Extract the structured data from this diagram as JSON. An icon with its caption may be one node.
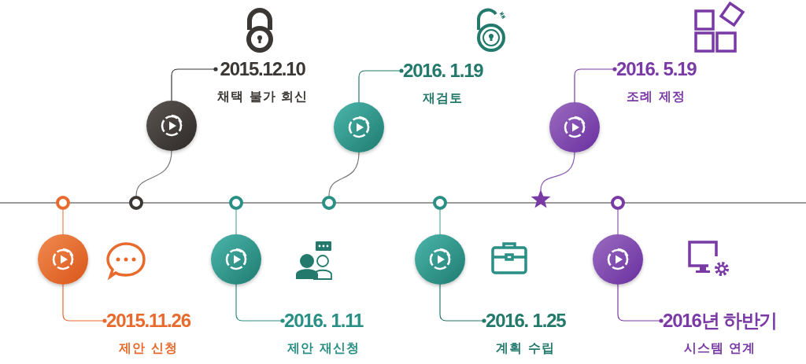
{
  "diagram": {
    "nodes": [
      {
        "text": [],
        "shape": "circle"
      },
      {
        "text": [],
        "shape": "circle"
      },
      {
        "text": [
          "2015.11.26",
          "제안 신청"
        ]
      },
      {
        "text": [],
        "shape": "circle"
      },
      {
        "text": [],
        "shape": "circle"
      },
      {
        "text": [
          "2015.12.10",
          "채택 불가 회신"
        ]
      },
      {
        "text": [],
        "shape": "circle"
      },
      {
        "text": [],
        "shape": "circle"
      },
      {
        "text": [
          "2016. 1.11",
          "제안 재신청"
        ]
      },
      {
        "text": [],
        "shape": "circle"
      },
      {
        "text": [],
        "shape": "circle"
      },
      {
        "text": [
          "2016. 1.19",
          "재검토"
        ]
      },
      {
        "text": [],
        "shape": "circle"
      },
      {
        "text": [],
        "shape": "circle"
      },
      {
        "text": [
          "2016. 1.25",
          "계획 수립"
        ]
      },
      {
        "text": [],
        "shape": "star"
      },
      {
        "text": [],
        "shape": "circle"
      },
      {
        "text": [
          "2016. 5.19",
          "조례 제정"
        ]
      },
      {
        "text": [],
        "shape": "circle"
      },
      {
        "text": [],
        "shape": "circle"
      },
      {
        "text": [
          "2016년 하반기",
          "시스템 연계"
        ]
      }
    ],
    "edges": [
      {
        "from": 0,
        "to": 1,
        "arrow": "none",
        "color": "#e8824f"
      },
      {
        "from": 1,
        "to": 2,
        "arrow": "other",
        "color": "#e86a2c"
      },
      {
        "from": 3,
        "to": 4,
        "arrow": "none",
        "color": "#777777"
      },
      {
        "from": 4,
        "to": 5,
        "arrow": "other",
        "color": "#3b3735"
      },
      {
        "from": 6,
        "to": 7,
        "arrow": "none",
        "color": "#5aa9a0"
      },
      {
        "from": 7,
        "to": 8,
        "arrow": "other",
        "color": "#2a8f85"
      },
      {
        "from": 9,
        "to": 10,
        "arrow": "none",
        "color": "#777777"
      },
      {
        "from": 10,
        "to": 11,
        "arrow": "other",
        "color": "#23796b"
      },
      {
        "from": 12,
        "to": 13,
        "arrow": "none",
        "color": "#5aa9a0"
      },
      {
        "from": 13,
        "to": 14,
        "arrow": "other",
        "color": "#23796b"
      },
      {
        "from": 15,
        "to": 16,
        "arrow": "none",
        "color": "#8a5ab0"
      },
      {
        "from": 16,
        "to": 17,
        "arrow": "other",
        "color": "#7a3aa6"
      },
      {
        "from": 18,
        "to": 19,
        "arrow": "none",
        "color": "#8a5ab0"
      },
      {
        "from": 19,
        "to": 20,
        "arrow": "other",
        "color": "#7a3aa6"
      }
    ]
  }
}
